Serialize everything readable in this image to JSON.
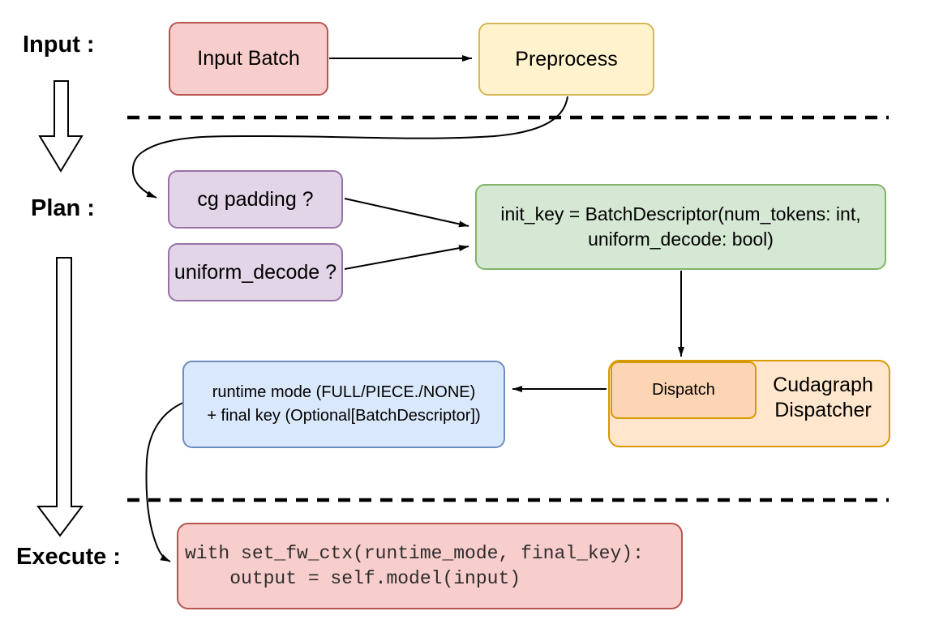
{
  "stages": {
    "input": "Input :",
    "plan": "Plan :",
    "execute": "Execute :"
  },
  "nodes": {
    "input_batch": {
      "label": "Input Batch",
      "fill": "#f8cecc",
      "border": "#b85450"
    },
    "preprocess": {
      "label": "Preprocess",
      "fill": "#fff2cc",
      "border": "#d6b656"
    },
    "cg_padding": {
      "label": "cg padding ?",
      "fill": "#e1d5e7",
      "border": "#9673a6"
    },
    "uniform_decode": {
      "label": "uniform_decode ?",
      "fill": "#e1d5e7",
      "border": "#9673a6"
    },
    "init_key": {
      "line1": "init_key = BatchDescriptor(num_tokens: int,",
      "line2": "uniform_decode: bool)",
      "fill": "#d5e8d4",
      "border": "#82b366"
    },
    "dispatch": {
      "label": "Dispatch",
      "fill": "#fcd5b4",
      "border": "#d79b00"
    },
    "cudagraph_dispatcher": {
      "line1": "Cudagraph",
      "line2": "Dispatcher",
      "fill": "#ffe6cc",
      "border": "#d79b00"
    },
    "runtime_mode": {
      "line1": "runtime mode (FULL/PIECE./NONE)",
      "line2": "+ final key (Optional[BatchDescriptor])",
      "fill": "#dae8fc",
      "border": "#6c8ebf"
    },
    "execute_code": {
      "line1": "with set_fw_ctx(runtime_mode, final_key):",
      "line2": "    output = self.model(input)",
      "fill": "#f8cecc",
      "border": "#b85450"
    }
  },
  "connector_color": "#000000"
}
